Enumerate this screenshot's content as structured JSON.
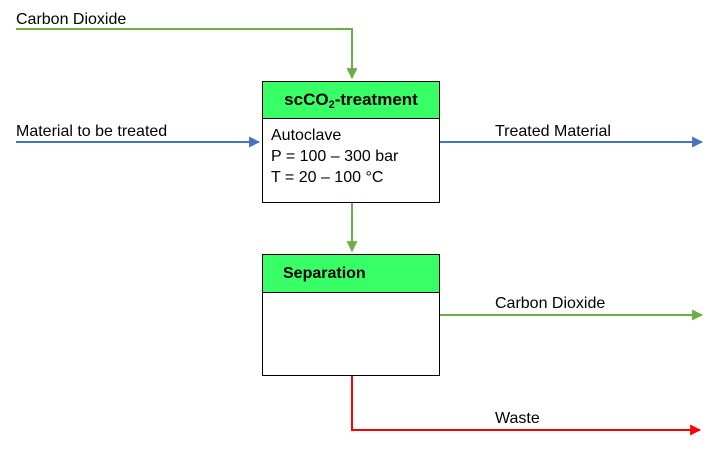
{
  "colors": {
    "co2_stream": "#6fac46",
    "material_stream": "#4472c4",
    "waste_stream": "#ff0000",
    "box_header": "#38ff66"
  },
  "inputs": {
    "carbon_dioxide_label": "Carbon Dioxide",
    "material_label": "Material to be treated"
  },
  "treatment": {
    "title_prefix": "scCO",
    "title_sub": "2",
    "title_suffix": "-treatment",
    "body_lines": [
      "Autoclave",
      "P = 100 – 300 bar",
      "T = 20 – 100 °C"
    ]
  },
  "separation": {
    "title": "Separation"
  },
  "outputs": {
    "treated_material_label": "Treated Material",
    "carbon_dioxide_label": "Carbon Dioxide",
    "waste_label": "Waste"
  }
}
